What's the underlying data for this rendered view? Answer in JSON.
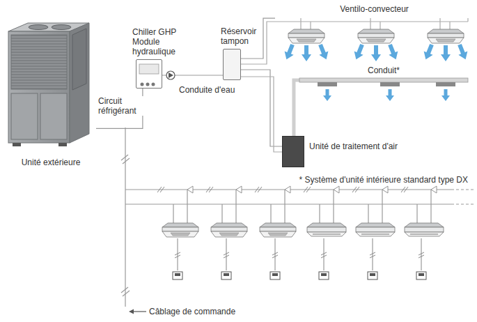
{
  "diagram": {
    "nodes": [
      {
        "text": [
          "Unité extérieure"
        ]
      },
      {
        "text": [
          "Chiller GHP Module hydraulique"
        ]
      },
      {
        "text": [
          "Réservoir tampon"
        ]
      },
      {
        "text": [
          "Ventilo-convecteur"
        ]
      },
      {
        "text": [
          "Conduit*"
        ]
      },
      {
        "text": [
          "Unité de traitement d'air"
        ]
      }
    ],
    "edges": [
      {
        "from": 0,
        "to": 1,
        "arrow": "none",
        "label": "Circuit réfrigérant"
      },
      {
        "from": 1,
        "to": 2,
        "arrow": "none",
        "label": "Conduite d'eau"
      },
      {
        "from": 2,
        "to": 3,
        "arrow": "none"
      },
      {
        "from": 2,
        "to": 5,
        "arrow": "none"
      },
      {
        "from": 5,
        "to": 4,
        "arrow": "none"
      }
    ],
    "labels": [
      "* Système d'unité intérieure standard type DX",
      "Câblage de commande"
    ]
  }
}
